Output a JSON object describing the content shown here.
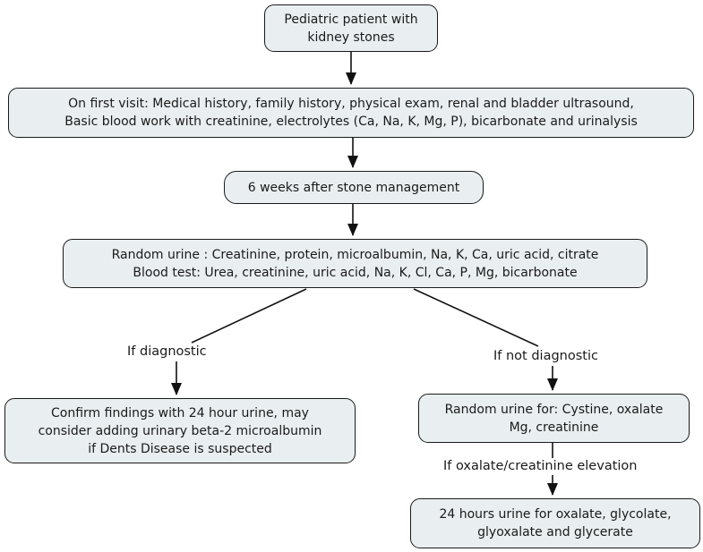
{
  "nodes": {
    "pediatric": {
      "text": "Pediatric patient with\nkidney stones"
    },
    "first_visit": {
      "text": "On first visit: Medical history, family history, physical exam, renal and bladder ultrasound,\nBasic blood work with creatinine, electrolytes (Ca, Na, K, Mg, P), bicarbonate and urinalysis"
    },
    "six_weeks": {
      "text": "6 weeks after stone management"
    },
    "random_urine": {
      "text": "Random urine : Creatinine, protein, microalbumin, Na, K, Ca, uric acid, citrate\nBlood test: Urea, creatinine, uric acid, Na, K, Cl, Ca, P, Mg, bicarbonate"
    },
    "confirm": {
      "text": "Confirm findings with 24 hour urine, may\nconsider adding urinary beta-2 microalbumin\nif Dents Disease is suspected"
    },
    "random_cystine": {
      "text": "Random urine for: Cystine, oxalate\nMg, creatinine"
    },
    "urine_24h": {
      "text": "24 hours urine for oxalate, glycolate,\nglyoxalate and glycerate"
    }
  },
  "labels": {
    "if_diagnostic": "If diagnostic",
    "if_not_diagnostic": "If not diagnostic",
    "if_oxalate": "If oxalate/creatinine elevation"
  },
  "colors": {
    "node_fill": "#e9eff1",
    "node_border": "#1a1a1a",
    "text_color": "#1a1a1a",
    "connector": "#111111",
    "background": "#ffffff"
  }
}
